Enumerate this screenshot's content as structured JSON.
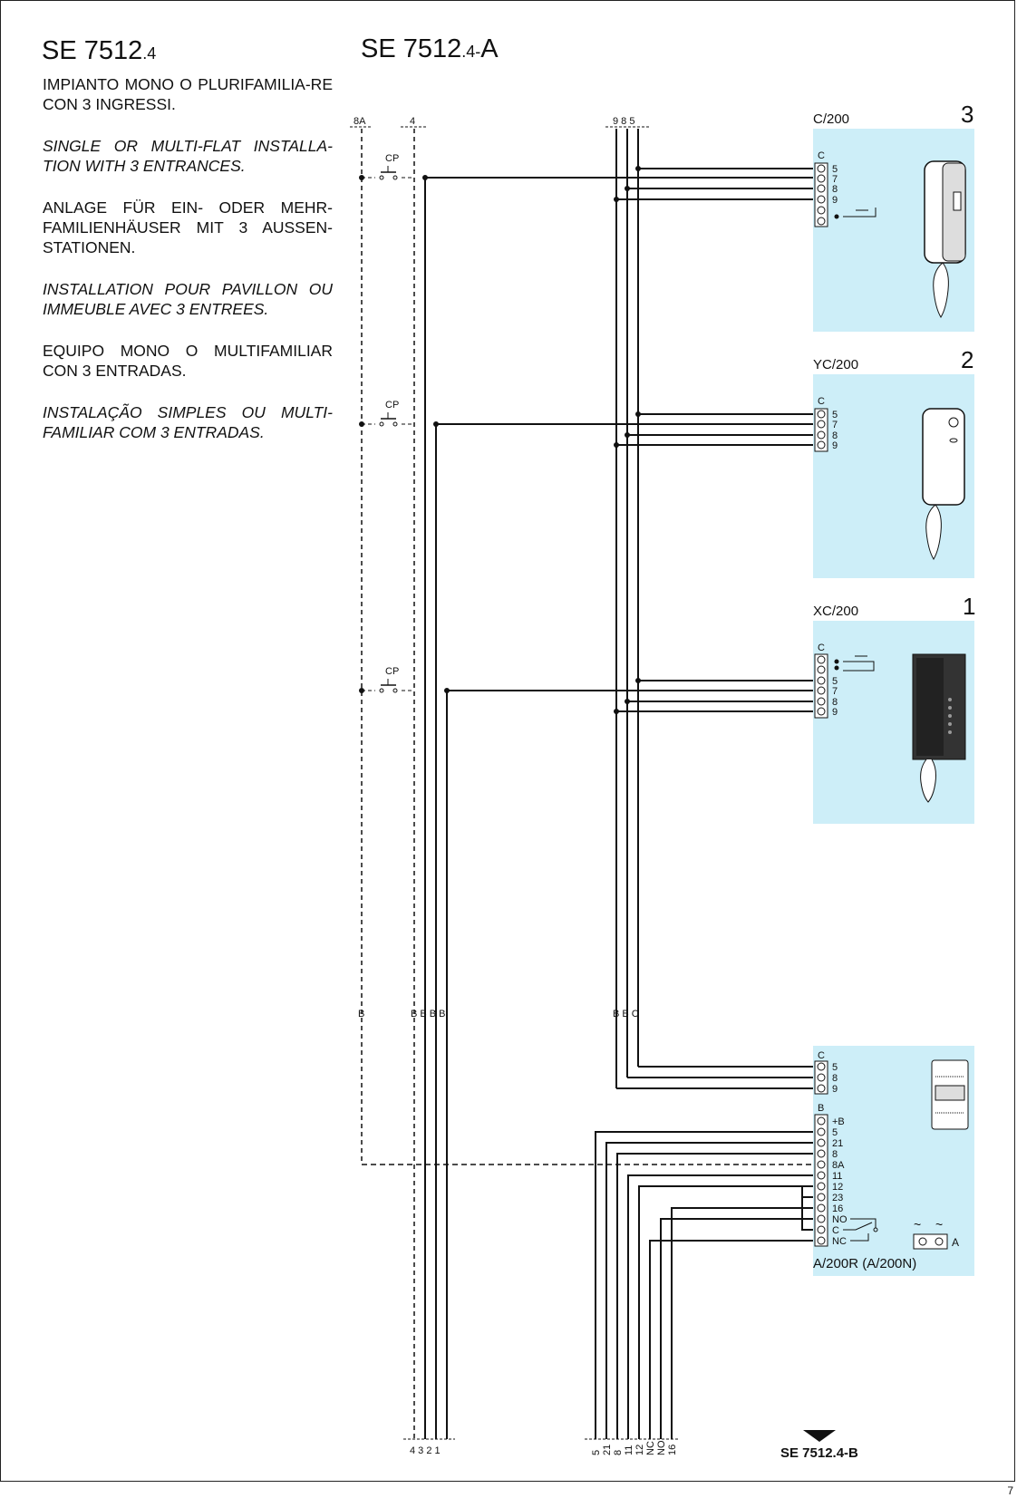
{
  "titles": {
    "left_main": "SE 7512",
    "left_sub": ".4",
    "right_main": "SE 7512",
    "right_sub": ".4-",
    "right_suffix": "A"
  },
  "description": [
    {
      "text": "IMPIANTO MONO O PLURIFAMILIA-RE CON 3 INGRESSI.",
      "italic": false
    },
    {
      "text": "SINGLE OR MULTI-FLAT INSTALLA-TION WITH 3 ENTRANCES.",
      "italic": true
    },
    {
      "text": "ANLAGE FÜR EIN- ODER MEHR-FAMILIENHÄUSER MIT 3 AUSSEN-STATIONEN.",
      "italic": false
    },
    {
      "text": "INSTALLATION POUR PAVILLON OU IMMEUBLE AVEC 3 ENTREES.",
      "italic": true
    },
    {
      "text": "EQUIPO MONO O MULTIFAMILIAR CON 3 ENTRADAS.",
      "italic": false
    },
    {
      "text": "INSTALAÇÃO SIMPLES OU MULTI-FAMILIAR COM 3 ENTRADAS.",
      "italic": true
    }
  ],
  "bus_labels_top": {
    "a": "8A",
    "b": "4",
    "c": "9 8 5"
  },
  "pushbutton_label": "CP",
  "stations": [
    {
      "model": "C/200",
      "number": "3",
      "block": "C",
      "terminals": [
        "5",
        "7",
        "8",
        "9"
      ]
    },
    {
      "model": "YC/200",
      "number": "2",
      "block": "C",
      "terminals": [
        "5",
        "7",
        "8",
        "9"
      ]
    },
    {
      "model": "XC/200",
      "number": "1",
      "block": "C",
      "terminals": [
        "5",
        "7",
        "8",
        "9"
      ]
    }
  ],
  "mid_labels": {
    "left": "B",
    "group": "B B B B",
    "right": "B B C"
  },
  "power_unit": {
    "model": "A/200R (A/200N)",
    "block_c": "C",
    "block_c_terminals": [
      "5",
      "8",
      "9"
    ],
    "block_b": "B",
    "block_b_terminals": [
      "+B",
      "5",
      "21",
      "8",
      "8A",
      "11",
      "12",
      "23",
      "16",
      "NO",
      "C",
      "NC"
    ],
    "block_a": "A"
  },
  "bottom_labels_left": "4 3 2 1",
  "bottom_labels_right": [
    "5",
    "21",
    "8",
    "11",
    "12",
    "NC",
    "NO",
    "16"
  ],
  "continuation": "SE 7512.4-B",
  "page_number": "7",
  "colors": {
    "panel": "#cdeef8",
    "line": "#111111"
  }
}
